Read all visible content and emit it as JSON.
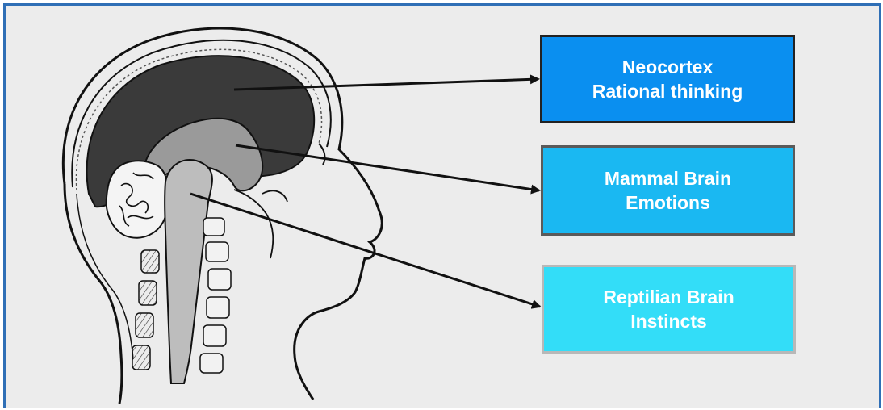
{
  "diagram": {
    "boxes": [
      {
        "id": "neocortex",
        "line1": "Neocortex",
        "line2": "Rational thinking",
        "color": "#0a8ff0"
      },
      {
        "id": "mammal",
        "line1": "Mammal Brain",
        "line2": "Emotions",
        "color": "#1ab8f2"
      },
      {
        "id": "reptilian",
        "line1": "Reptilian Brain",
        "line2": "Instincts",
        "color": "#33ddf8"
      }
    ],
    "frame_color": "#2f6fb6",
    "background_color": "#ececec"
  }
}
